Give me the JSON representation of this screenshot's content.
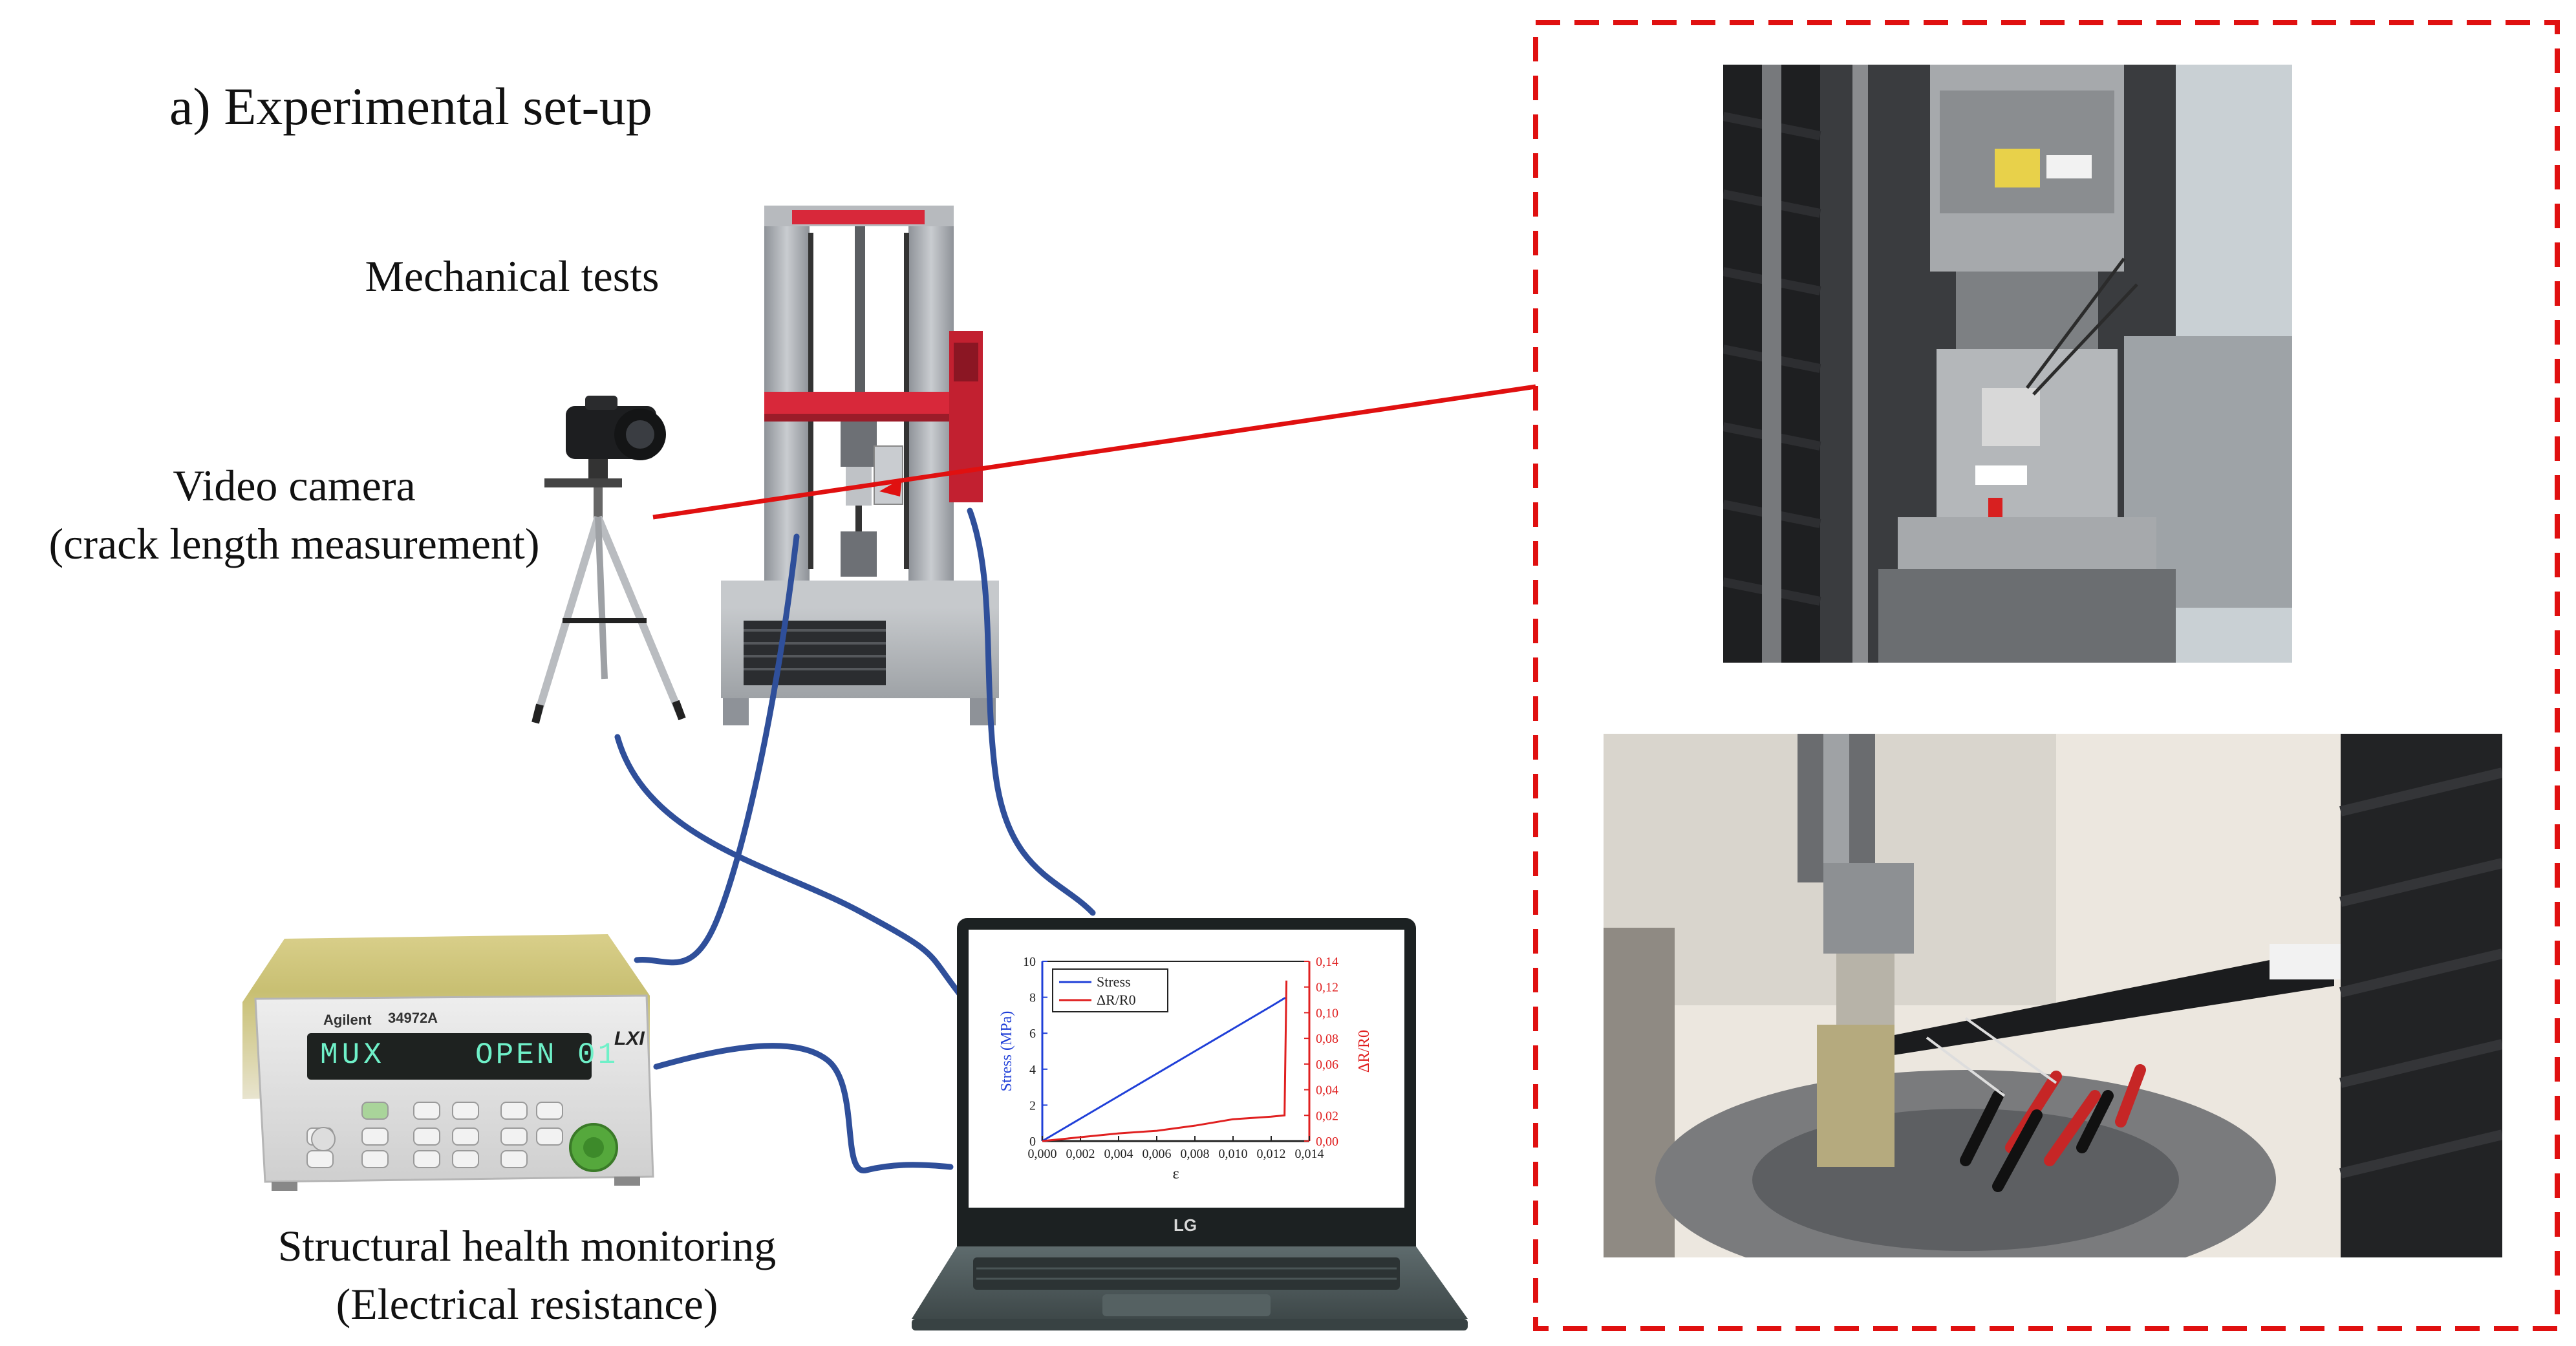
{
  "figure": {
    "panel_title": "a) Experimental set-up",
    "label_mechanical": "Mechanical tests",
    "label_camera_line1": "Video camera",
    "label_camera_line2": "(crack length measurement)",
    "label_shm_line1": "Structural health monitoring",
    "label_shm_line2": "(Electrical resistance)",
    "colors": {
      "cable": "#2f4f9a",
      "callout": "#e01010",
      "machine_red": "#d8283a",
      "machine_grey": "#a9adb3",
      "laptop_body": "#4d5a5c"
    }
  },
  "multimeter": {
    "brand": "Agilent",
    "model": "34972A",
    "display_left": "MUX",
    "display_right": "OPEN 01",
    "badge": "LXI"
  },
  "laptop": {
    "brand": "LG"
  },
  "chart_data": {
    "type": "line",
    "x": [
      0.0,
      0.002,
      0.004,
      0.006,
      0.008,
      0.01,
      0.012,
      0.0127,
      0.0128
    ],
    "series": [
      {
        "name": "Stress",
        "axis": "left",
        "color": "#1f3fd8",
        "values": [
          0.0,
          1.25,
          2.5,
          3.75,
          5.0,
          6.25,
          7.5,
          7.95,
          7.95
        ]
      },
      {
        "name": "ΔR/R0",
        "axis": "right",
        "color": "#e02020",
        "values": [
          0.0,
          0.003,
          0.006,
          0.008,
          0.012,
          0.017,
          0.019,
          0.02,
          0.125
        ]
      }
    ],
    "xlabel": "ε",
    "ylabel": "Stress (MPa)",
    "y2label": "ΔR/R0",
    "xlim": [
      0.0,
      0.014
    ],
    "ylim": [
      0,
      10
    ],
    "y2lim": [
      0.0,
      0.14
    ],
    "xticks": [
      "0,000",
      "0,002",
      "0,004",
      "0,006",
      "0,008",
      "0,010",
      "0,012",
      "0,014"
    ],
    "yticks": [
      "0",
      "2",
      "4",
      "6",
      "8",
      "10"
    ],
    "y2ticks": [
      "0,00",
      "0,02",
      "0,04",
      "0,06",
      "0,08",
      "0,10",
      "0,12",
      "0,14"
    ],
    "legend": "top-left",
    "grid": false
  }
}
